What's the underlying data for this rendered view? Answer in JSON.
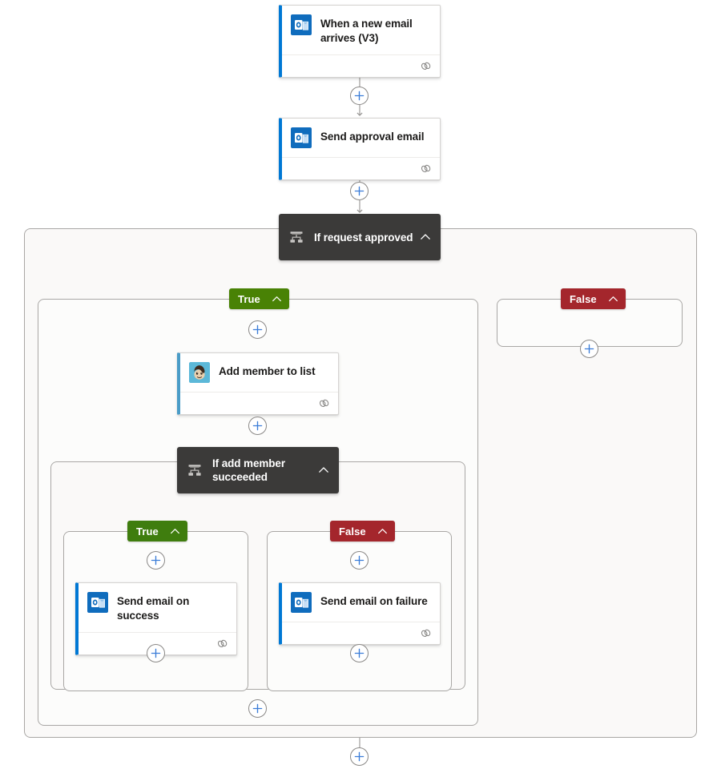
{
  "canvas": {
    "label": "flow-designer-canvas",
    "background": "#ffffff"
  },
  "colors": {
    "accent_blue": "#0078d4",
    "card_border": "#d6d4d2",
    "connector": "#979593",
    "condition_bg": "#3b3a39",
    "true_outer": "#498205",
    "true_inner": "#3f7d0e",
    "false": "#a4262c",
    "scope_bg": "#faf9f8",
    "scope_border": "#a9a7a5",
    "mailchimp_accent": "#4a9cc7",
    "mailchimp_icon_bg": "#5cb8d8"
  },
  "nodes": {
    "trigger": {
      "title": "When a new email arrives (V3)",
      "icon": "outlook-icon",
      "footer_icon": "connection-link-icon",
      "accent": "#0078d4"
    },
    "send_approval": {
      "title": "Send approval email",
      "icon": "outlook-icon",
      "footer_icon": "connection-link-icon",
      "accent": "#0078d4"
    },
    "condition_outer": {
      "title": "If request approved",
      "icon": "condition-branch-icon",
      "collapse_icon": "chevron-up-icon"
    },
    "branch_true_outer": {
      "label": "True",
      "collapse_icon": "chevron-up-icon"
    },
    "branch_false_outer": {
      "label": "False",
      "collapse_icon": "chevron-up-icon"
    },
    "add_member": {
      "title": "Add member to list",
      "icon": "mailchimp-icon",
      "footer_icon": "connection-link-icon",
      "accent": "#4a9cc7"
    },
    "condition_inner": {
      "title": "If add member succeeded",
      "icon": "condition-branch-icon",
      "collapse_icon": "chevron-up-icon"
    },
    "branch_true_inner": {
      "label": "True",
      "collapse_icon": "chevron-up-icon"
    },
    "branch_false_inner": {
      "label": "False",
      "collapse_icon": "chevron-up-icon"
    },
    "send_success": {
      "title": "Send email on success",
      "icon": "outlook-icon",
      "footer_icon": "connection-link-icon",
      "accent": "#0078d4"
    },
    "send_failure": {
      "title": "Send email on failure",
      "icon": "outlook-icon",
      "footer_icon": "connection-link-icon",
      "accent": "#0078d4"
    }
  },
  "add_buttons": [
    {
      "name": "add-step-after-trigger",
      "icon": "plus-icon"
    },
    {
      "name": "add-step-after-send-approval",
      "icon": "plus-icon"
    },
    {
      "name": "add-step-false-branch",
      "icon": "plus-icon"
    },
    {
      "name": "add-step-true-branch-top",
      "icon": "plus-icon"
    },
    {
      "name": "add-step-after-add-member",
      "icon": "plus-icon"
    },
    {
      "name": "add-step-inner-true-top",
      "icon": "plus-icon"
    },
    {
      "name": "add-step-inner-false-top",
      "icon": "plus-icon"
    },
    {
      "name": "add-step-inner-true-bottom",
      "icon": "plus-icon"
    },
    {
      "name": "add-step-inner-false-bottom",
      "icon": "plus-icon"
    },
    {
      "name": "add-step-true-branch-bottom",
      "icon": "plus-icon"
    },
    {
      "name": "add-step-end-of-flow",
      "icon": "plus-icon"
    }
  ]
}
